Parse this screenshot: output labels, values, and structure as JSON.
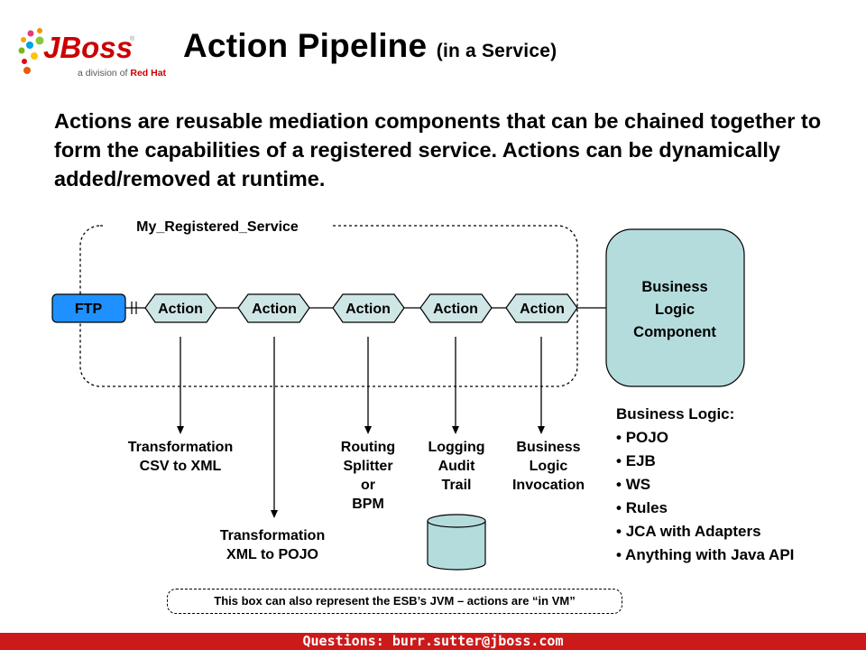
{
  "logo": {
    "wordmark": "JBoss",
    "tagline_prefix": "a division of ",
    "tagline_brand": "Red Hat"
  },
  "title": {
    "main": "Action Pipeline ",
    "sub": "(in a Service)"
  },
  "intro": "Actions are reusable mediation components that can be chained together to form the capabilities of a registered service.  Actions can be dynamically added/removed at runtime.",
  "service": {
    "label": "My_Registered_Service"
  },
  "pipeline": {
    "ftp": "FTP",
    "actions": [
      "Action",
      "Action",
      "Action",
      "Action",
      "Action"
    ]
  },
  "business_component": [
    "Business",
    "Logic",
    "Component"
  ],
  "targets": {
    "t1": [
      "Transformation",
      "CSV to XML"
    ],
    "t2": [
      "Transformation",
      "XML to POJO"
    ],
    "t3": [
      "Routing",
      "Splitter",
      "or",
      "BPM"
    ],
    "t4": [
      "Logging",
      "Audit",
      "Trail"
    ],
    "t5": [
      "Business",
      "Logic",
      "Invocation"
    ]
  },
  "business_logic": {
    "heading": "Business Logic:",
    "items": [
      "POJO",
      "EJB",
      "WS",
      "Rules",
      "JCA with Adapters",
      "Anything with Java API"
    ]
  },
  "note": "This box can also represent the ESB’s JVM – actions are “in VM”",
  "footer": "Questions: burr.sutter@jboss.com",
  "colors": {
    "ftp_fill": "#1e90ff",
    "action_fill": "#cfe6e6",
    "component_fill": "#b4dcdc",
    "db_fill": "#b4dcdc",
    "footer": "#cc1a1a",
    "logo_red": "#cc0000"
  }
}
